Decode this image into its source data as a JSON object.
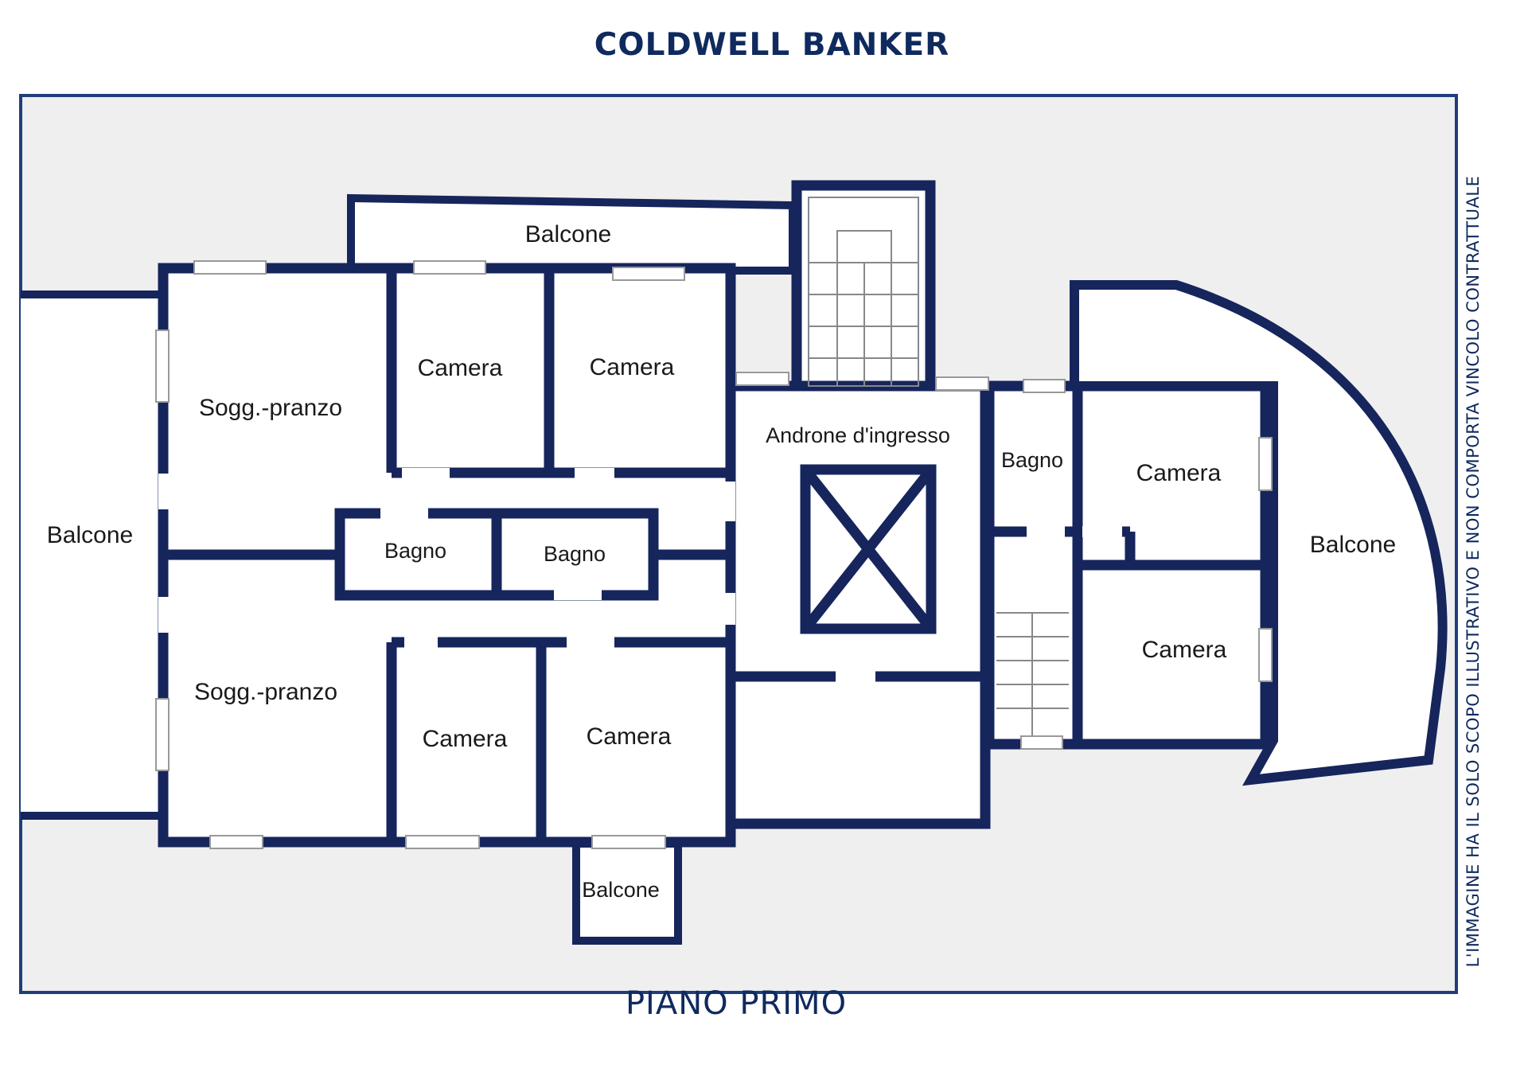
{
  "brand": {
    "name": "COLDWELL BANKER",
    "color": "#0f2a5e"
  },
  "floor_title": "PIANO PRIMO",
  "disclaimer": "L'IMMAGINE HA IL SOLO SCOPO ILLUSTRATIVO E NON COMPORTA VINCOLO CONTRATTUALE",
  "colors": {
    "wall": "#16255c",
    "background": "#efefef",
    "room": "#ffffff",
    "frame": "#1e3f7a"
  },
  "rooms": {
    "balcone_top": "Balcone",
    "balcone_left": "Balcone",
    "balcone_right": "Balcone",
    "balcone_bottom": "Balcone",
    "soggiorno_top": "Sogg.-pranzo",
    "soggiorno_bottom": "Sogg.-pranzo",
    "camera_top_1": "Camera",
    "camera_top_2": "Camera",
    "camera_bottom_1": "Camera",
    "camera_bottom_2": "Camera",
    "camera_right_1": "Camera",
    "camera_right_2": "Camera",
    "bagno_1": "Bagno",
    "bagno_2": "Bagno",
    "bagno_3": "Bagno",
    "androne": "Androne d'ingresso"
  }
}
